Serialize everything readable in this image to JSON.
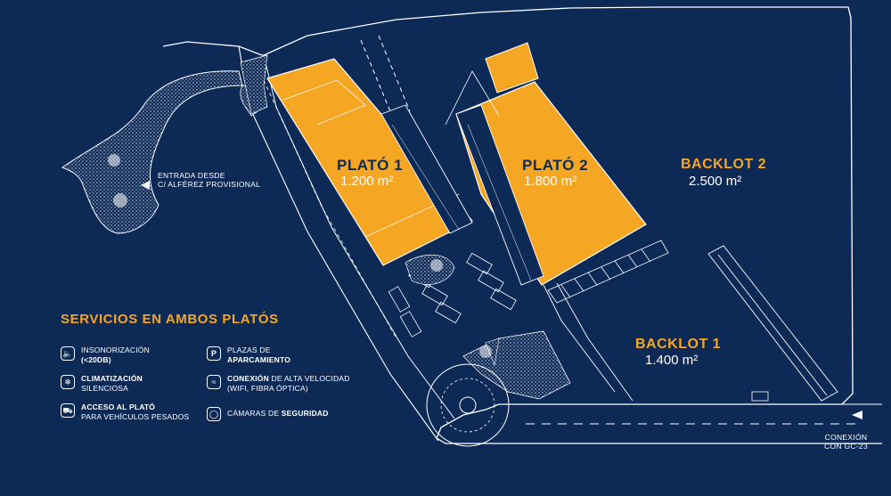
{
  "platos": [
    {
      "name": "PLATÓ 1",
      "area": "1.200 m²"
    },
    {
      "name": "PLATÓ 2",
      "area": "1.800 m²"
    }
  ],
  "backlots": [
    {
      "name": "BACKLOT 2",
      "area": "2.500 m²"
    },
    {
      "name": "BACKLOT 1",
      "area": "1.400 m²"
    }
  ],
  "entrance": {
    "line1": "ENTRADA DESDE",
    "line2": "C/ ALFÉREZ PROVISIONAL"
  },
  "connection": {
    "line1": "CONEXIÓN",
    "line2": "CON GC-23"
  },
  "services": {
    "title": "SERVICIOS EN AMBOS PLATÓS",
    "items": [
      {
        "icon": "speaker-icon",
        "bold_first": false,
        "line1": "INSONORIZACIÓN",
        "line2_bold": "(<20DB)",
        "line2": ""
      },
      {
        "icon": "parking-icon",
        "bold_first": false,
        "line1": "PLAZAS DE",
        "line2_bold": "APARCAMIENTO",
        "line2": ""
      },
      {
        "icon": "snowflake-icon",
        "bold_first": true,
        "line1": "CLIMATIZACIÓN",
        "line2_bold": "",
        "line2": "SILENCIOSA"
      },
      {
        "icon": "wifi-icon",
        "bold_first": true,
        "line1": "CONEXIÓN",
        "line1_rest": " DE ALTA VELOCIDAD",
        "line2_bold": "",
        "line2": "(WIFI, FIBRA ÓPTICA)"
      },
      {
        "icon": "truck-icon",
        "bold_first": true,
        "line1": "ACCESO AL PLATÓ",
        "line2_bold": "",
        "line2": "PARA VEHÍCULOS PESADOS"
      },
      {
        "icon": "shield-icon",
        "bold_first": false,
        "line1": "CÁMARAS DE ",
        "line1_bold_end": "SEGURIDAD",
        "line2_bold": "",
        "line2": ""
      }
    ]
  },
  "colors": {
    "background": "#0d2a57",
    "accent": "#f5a623",
    "line": "#ffffff"
  }
}
